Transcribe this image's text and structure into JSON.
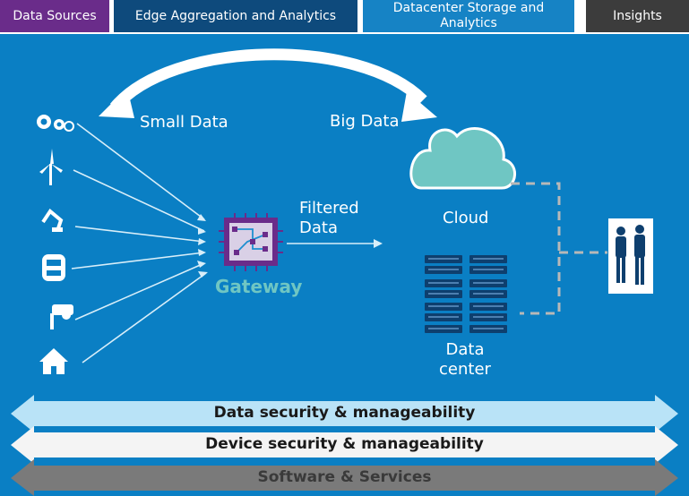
{
  "tabs": [
    "Data Sources",
    "Edge Aggregation and Analytics",
    "Datacenter Storage and Analytics",
    "Insights"
  ],
  "labels": {
    "small_data": "Small Data",
    "big_data": "Big Data",
    "filtered_data": [
      "Filtered",
      "Data"
    ],
    "gateway": "Gateway",
    "cloud": "Cloud",
    "data_center": [
      "Data",
      "center"
    ]
  },
  "sources": [
    "gears-icon",
    "wind-turbine-icon",
    "robot-arm-icon",
    "car-icon",
    "security-camera-icon",
    "home-icon"
  ],
  "bands": [
    "Data security & manageability",
    "Device security & manageability",
    "Software & Services"
  ],
  "colors": {
    "background": "#0a7fc4",
    "data_sources": "#6a2c8a",
    "edge": "#0e4a7c",
    "datacenter": "#1683c5",
    "insights": "#3c3c3c",
    "gateway_text": "#6fc6c3",
    "cloud": "#6fc6c3",
    "band1": "#b9e3f7",
    "band2": "#f4f4f4",
    "band3": "#7a7a7a"
  }
}
